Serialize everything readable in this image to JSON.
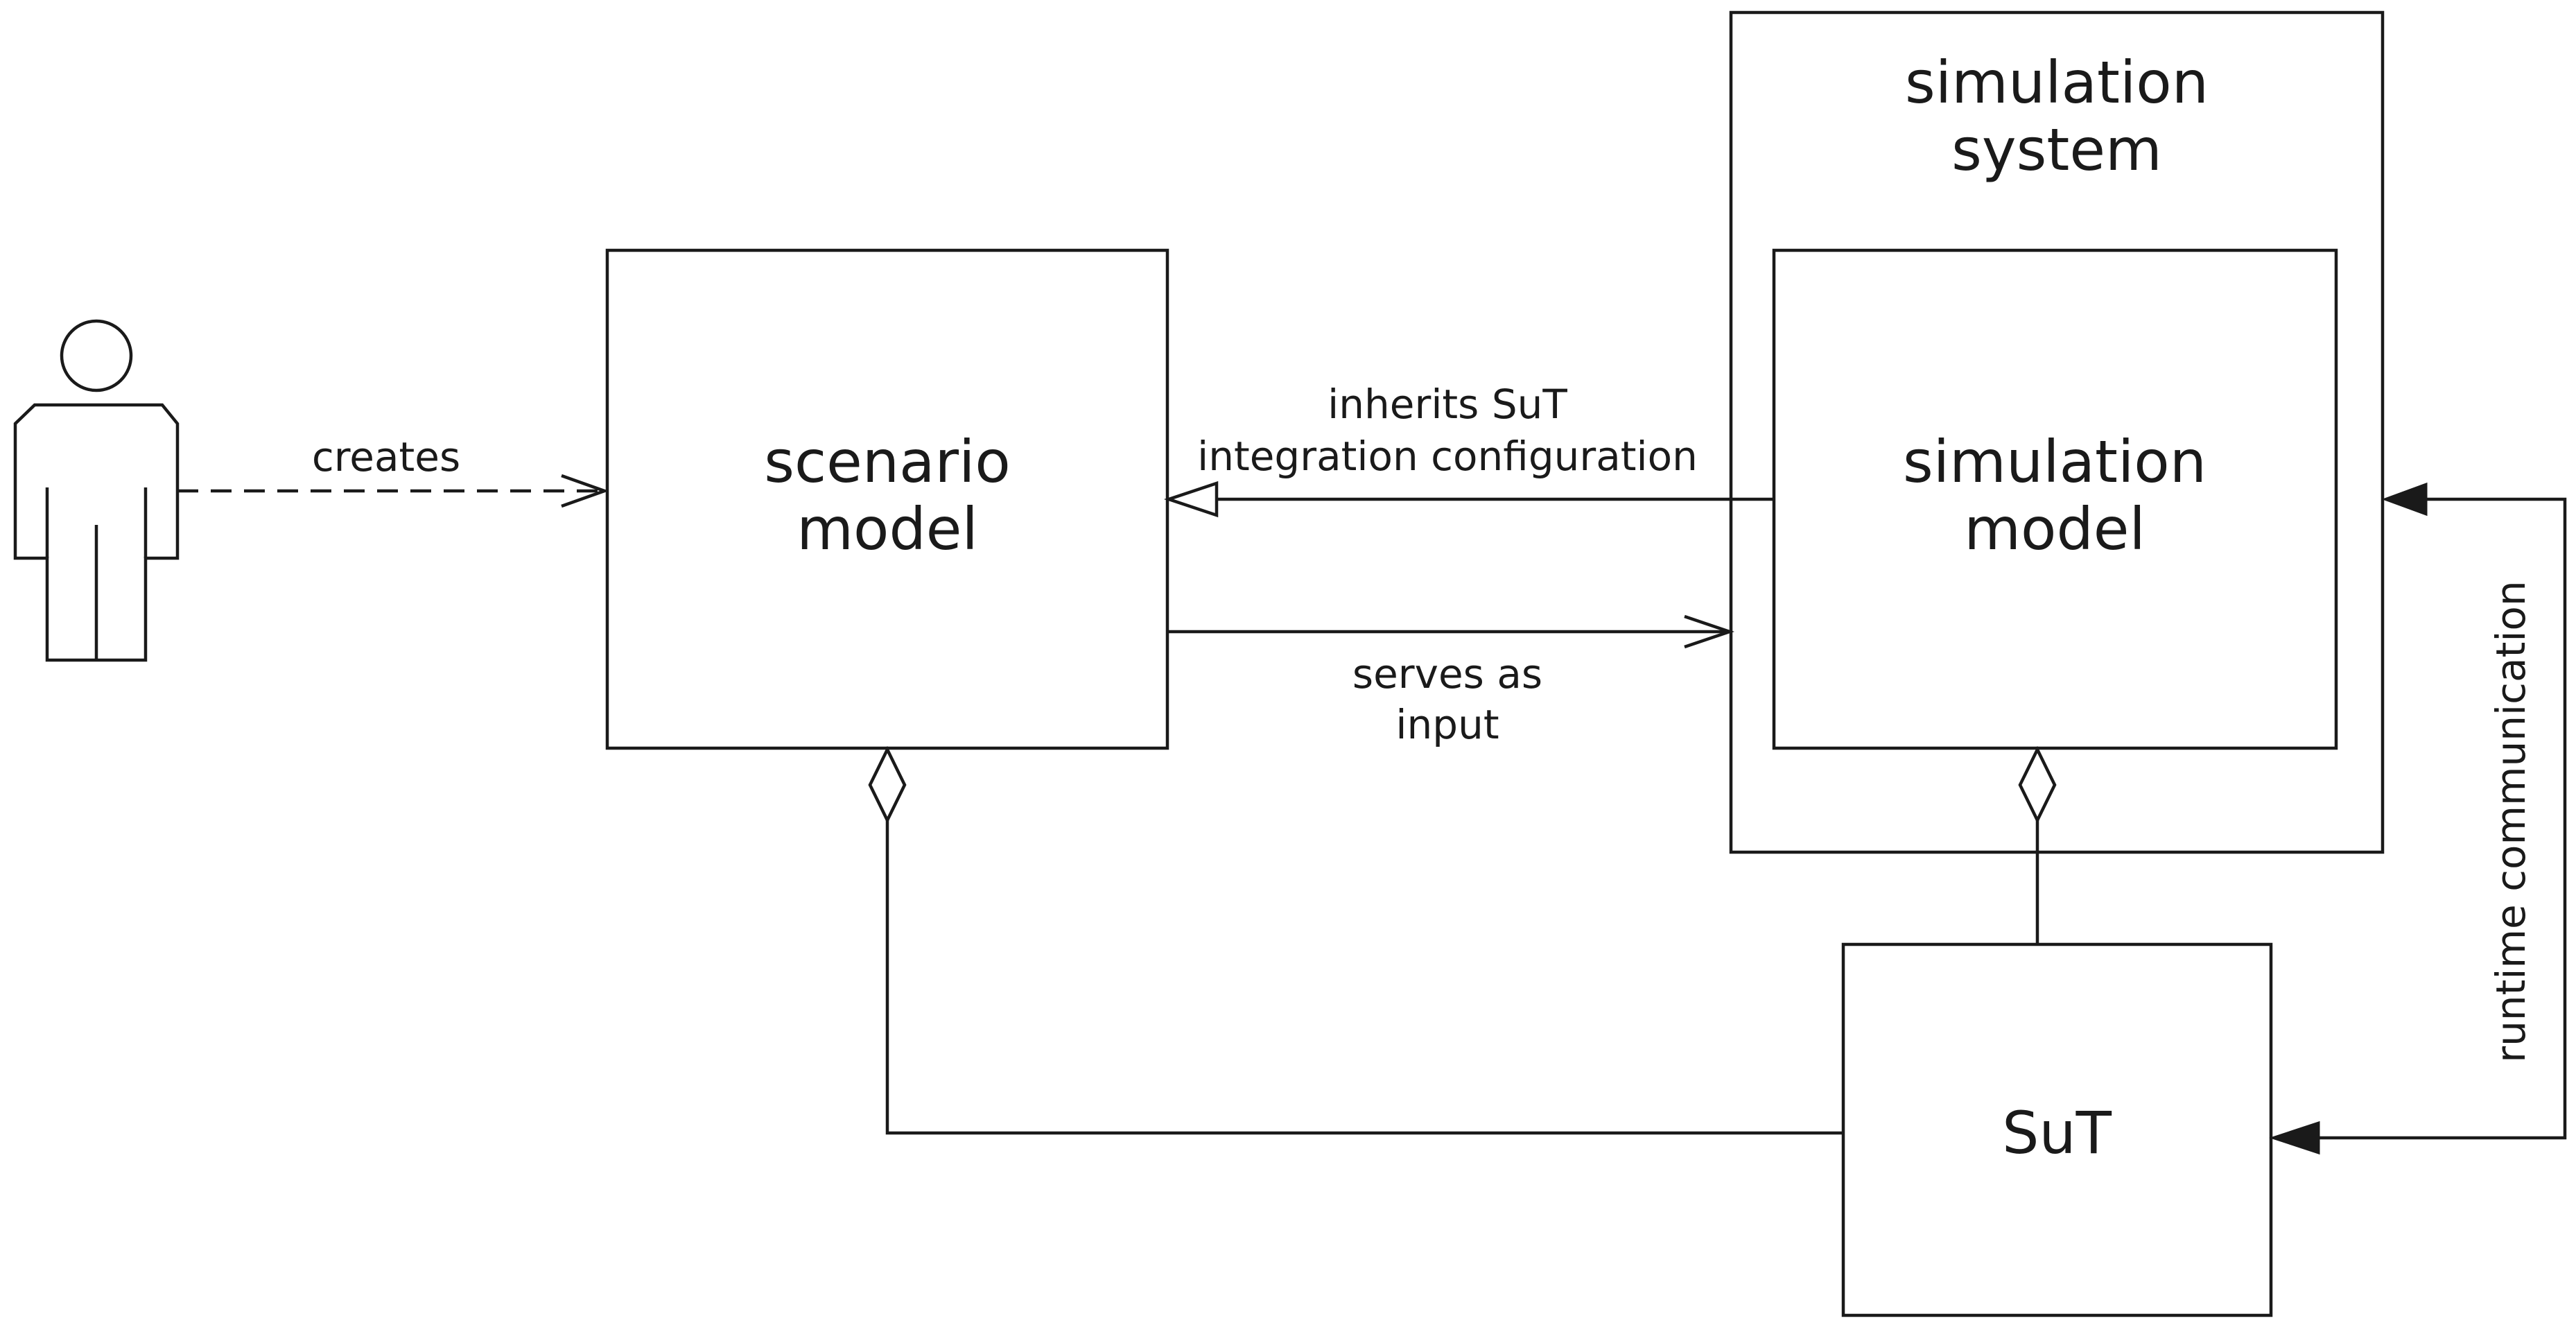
{
  "nodes": {
    "scenario_model": {
      "line1": "scenario",
      "line2": "model"
    },
    "simulation_system": {
      "line1": "simulation",
      "line2": "system"
    },
    "simulation_model": {
      "line1": "simulation",
      "line2": "model"
    },
    "sut": {
      "label": "SuT"
    }
  },
  "edges": {
    "creates": {
      "label": "creates"
    },
    "inherits": {
      "line1": "inherits SuT",
      "line2": "integration configuration"
    },
    "serves": {
      "line1": "serves as",
      "line2": "input"
    },
    "runtime": {
      "label": "runtime communication"
    }
  },
  "colors": {
    "stroke": "#1a1a1a",
    "background": "#ffffff"
  }
}
